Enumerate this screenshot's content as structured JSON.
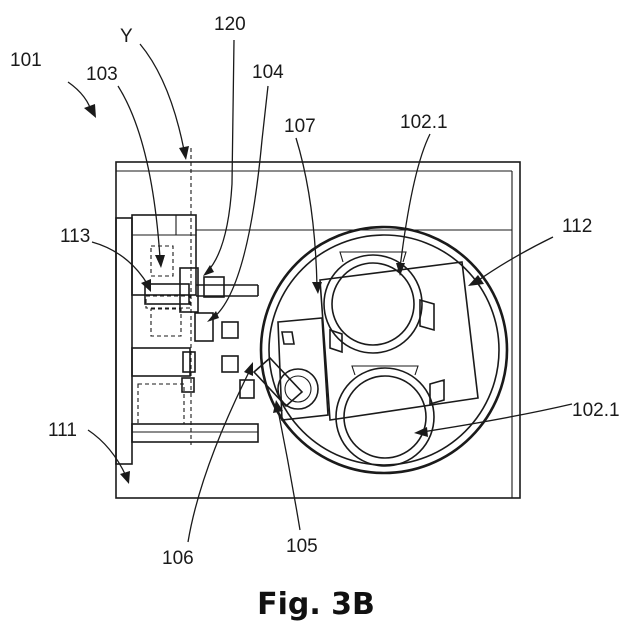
{
  "figure": {
    "caption": "Fig. 3B",
    "labels": {
      "l101": "101",
      "lY": "Y",
      "l120": "120",
      "l103": "103",
      "l104": "104",
      "l107": "107",
      "l102a": "102.1",
      "l112": "112",
      "l113": "113",
      "l102b": "102.1",
      "l111": "111",
      "l106": "106",
      "l105": "105"
    }
  }
}
